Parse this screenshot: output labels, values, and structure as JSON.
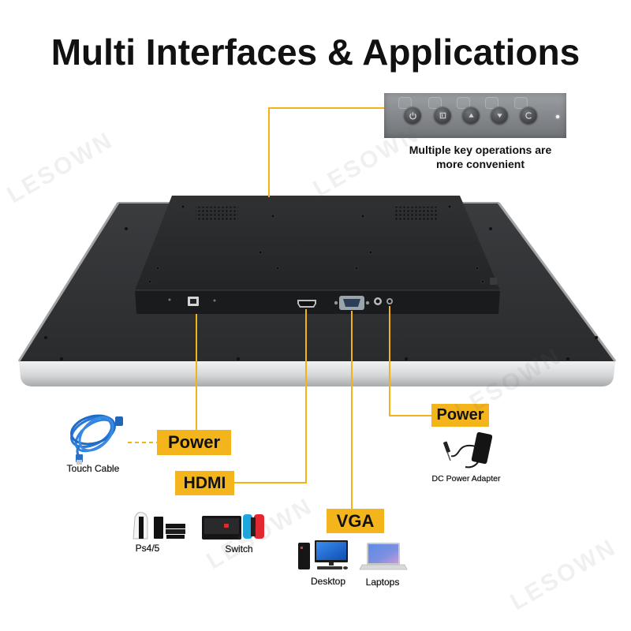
{
  "title": "Multi Interfaces & Applications",
  "watermark": "LESOWN",
  "key_panel": {
    "caption": [
      "Multiple key operations are",
      "more convenient"
    ],
    "keys": [
      {
        "icon": "power-icon"
      },
      {
        "icon": "input-icon"
      },
      {
        "icon": "up-icon"
      },
      {
        "icon": "down-icon"
      },
      {
        "icon": "menu-icon"
      }
    ]
  },
  "callouts": {
    "usb_power": "Power",
    "hdmi": "HDMI",
    "vga": "VGA",
    "dc_power": "Power"
  },
  "devices": {
    "touch_cable": "Touch Cable",
    "dc_power_adapter": "DC Power Adapter",
    "ps": "Ps4/5",
    "switch": "Switch",
    "desktop": "Desktop",
    "laptops": "Laptops"
  },
  "colors": {
    "accent": "#f4b41c",
    "text": "#111111",
    "monitor_back": "#2e2f31",
    "silver_frame": "#d8d9db",
    "cable_blue": "#2a78d6"
  }
}
